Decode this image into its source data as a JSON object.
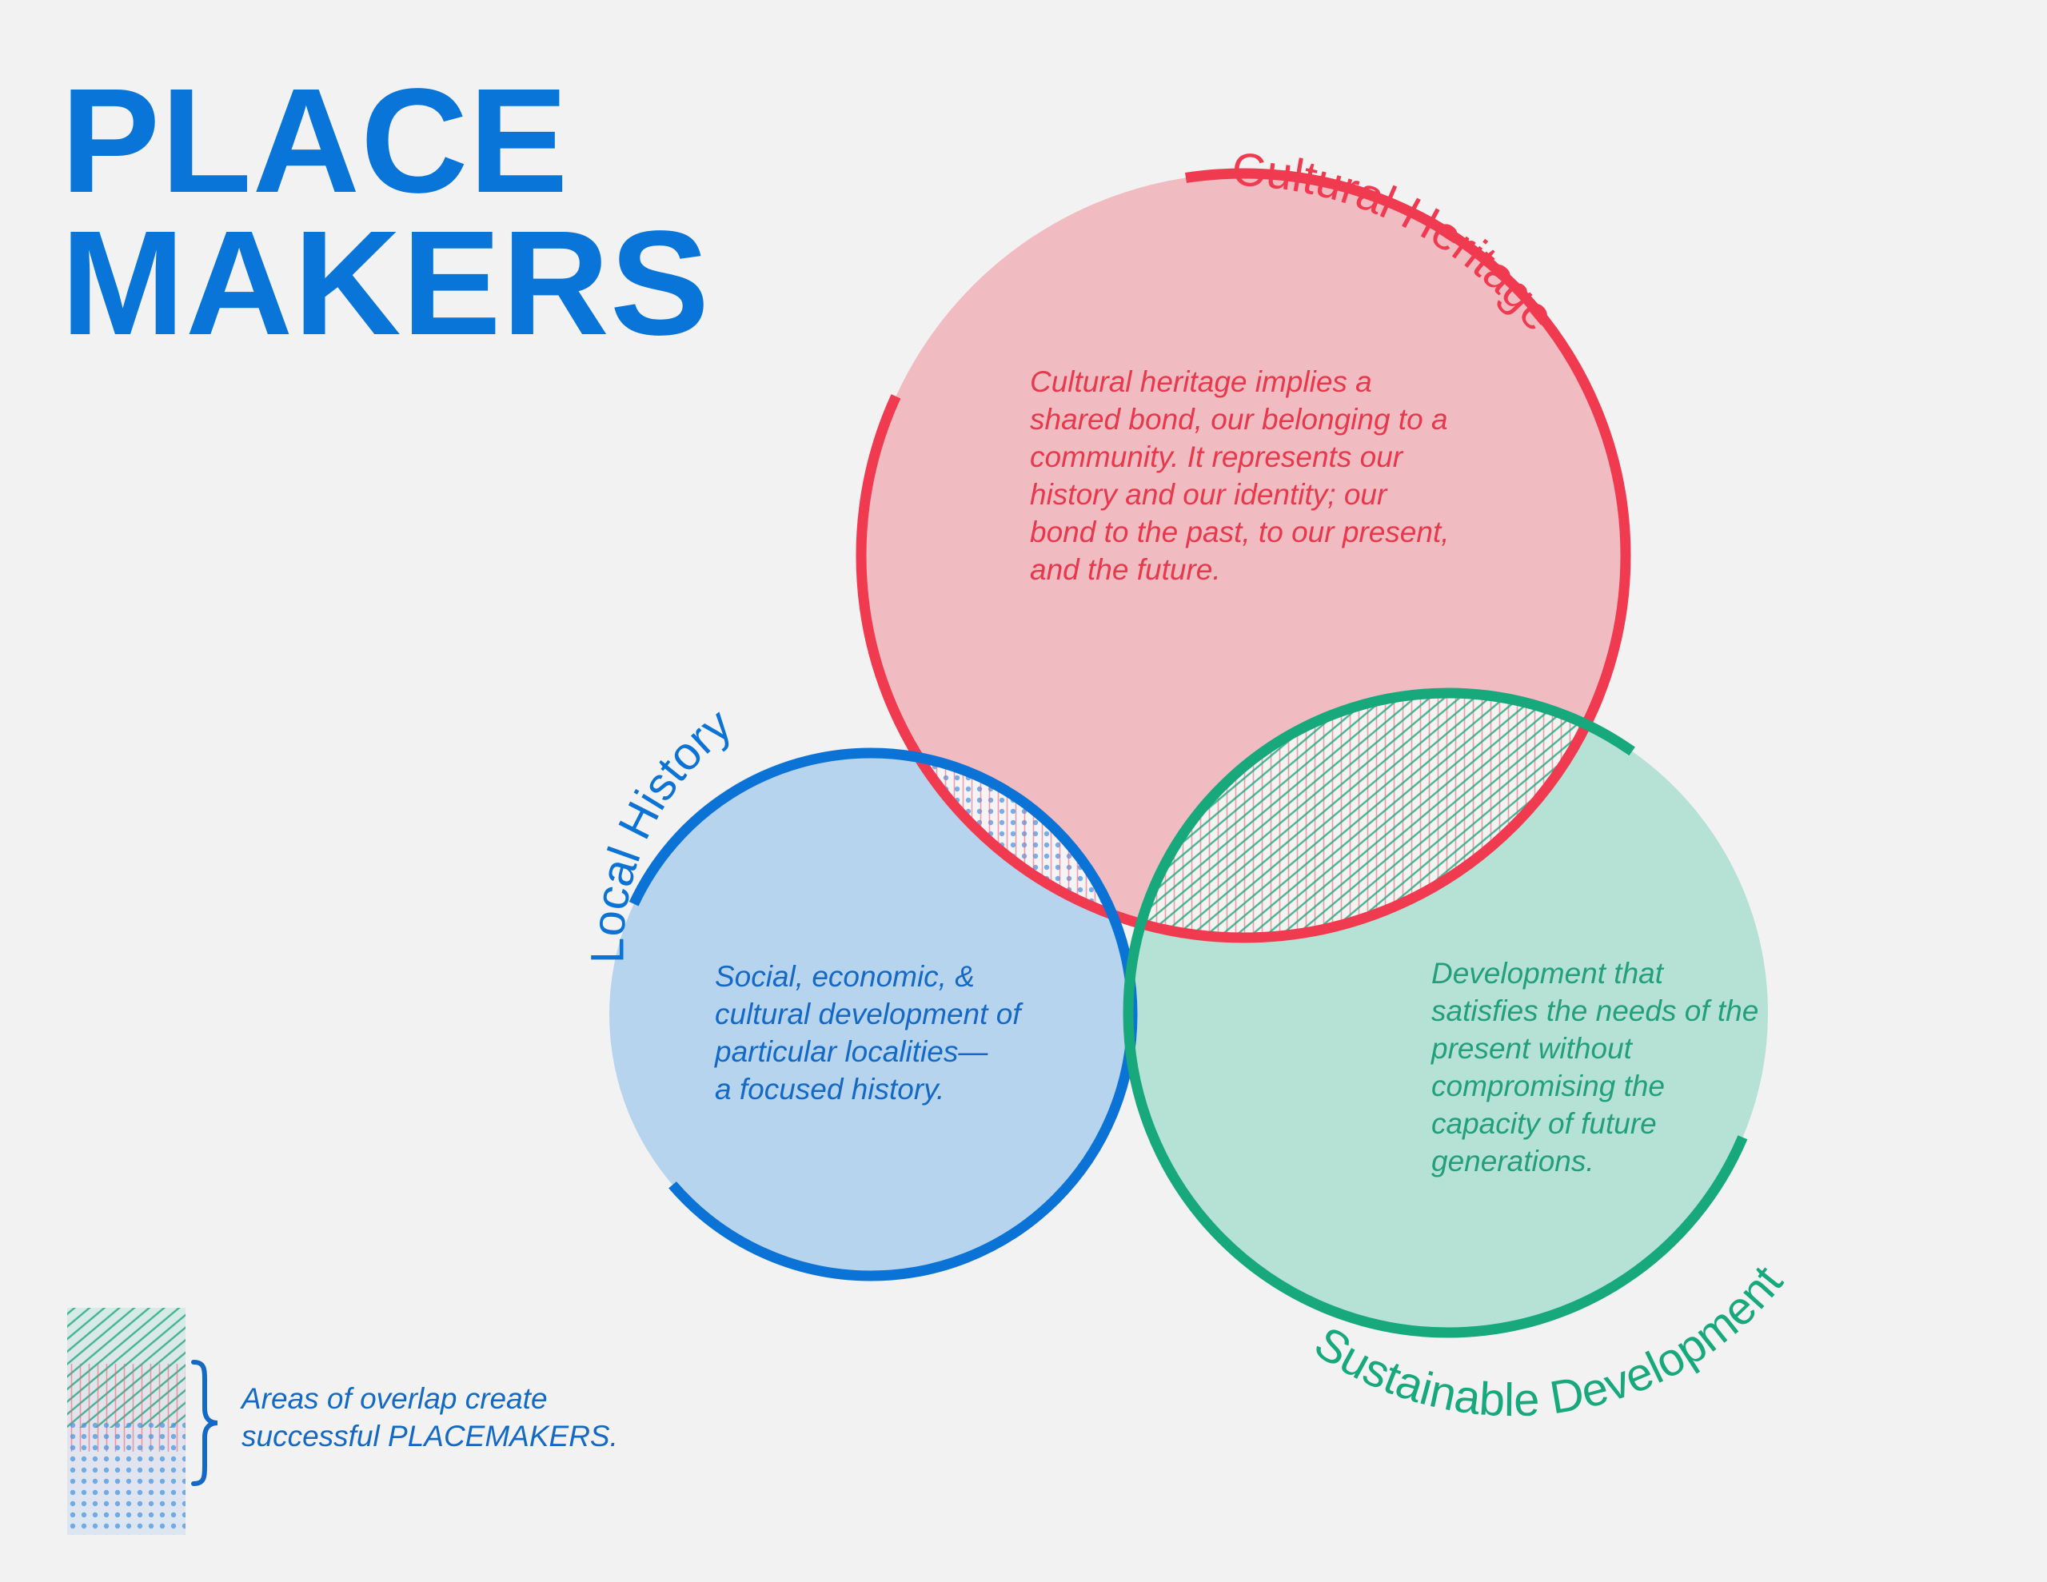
{
  "title": {
    "line1": "PLACE",
    "line2": "MAKERS"
  },
  "circles": {
    "cultural": {
      "label": "Cultural Heritage",
      "description": "Cultural heritage implies a\nshared bond, our belonging to a\ncommunity. It represents our\nhistory and our identity; our\nbond to the past, to our present,\nand the future.",
      "stroke": "#f03a50",
      "fill": "#f0bcc2"
    },
    "local": {
      "label": "Local History",
      "description": "Social, economic, &\ncultural development of\nparticular localities—\na focused history.",
      "stroke": "#0b73d6",
      "fill": "#b7d4ee"
    },
    "sustainable": {
      "label": "Sustainable Development",
      "description": "Development that\nsatisfies the needs of the\npresent without\ncompromising the\ncapacity of future\ngenerations.",
      "stroke": "#17a87c",
      "fill": "#b5e2d5"
    }
  },
  "legend": {
    "text": "Areas of overlap create\nsuccessful PLACEMAKERS."
  }
}
